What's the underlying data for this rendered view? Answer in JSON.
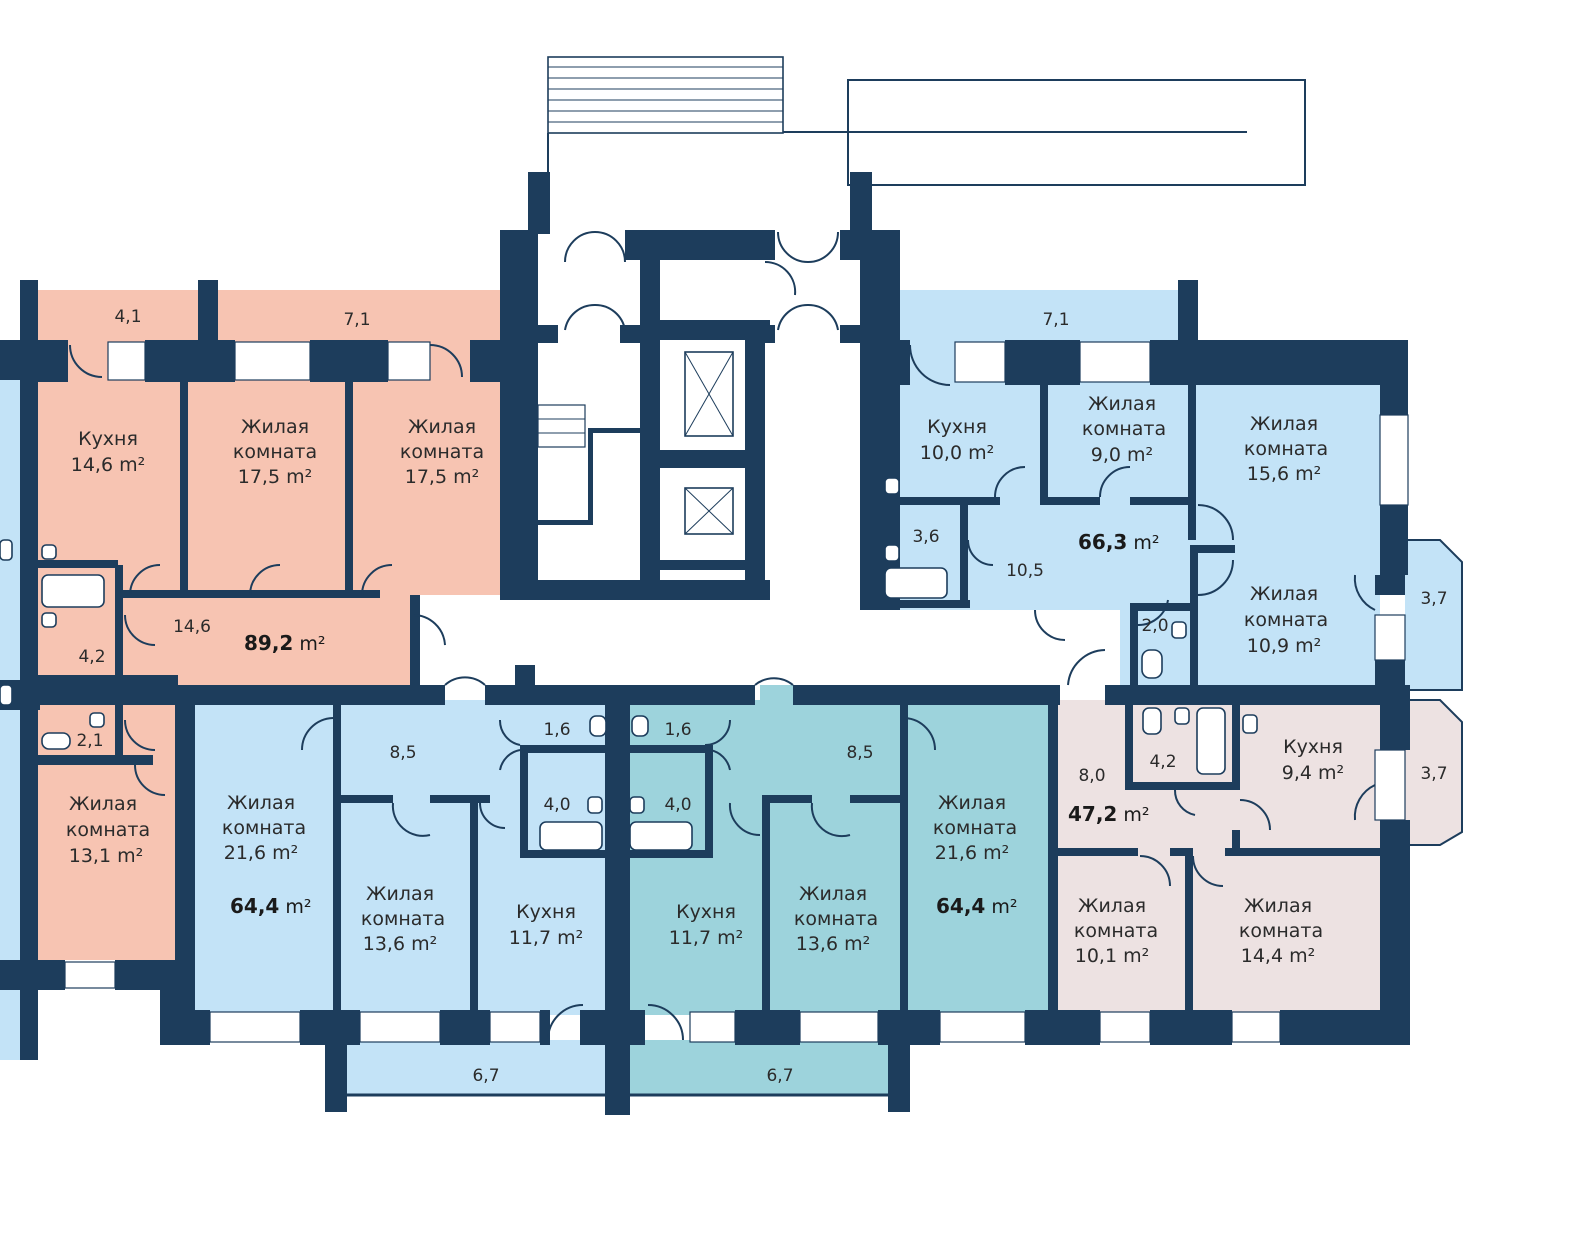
{
  "colors": {
    "wall": "#1d3d5c",
    "apt_salmon": "#f7c4b2",
    "apt_blue": "#c3e3f7",
    "apt_teal": "#9dd3dc",
    "apt_grey": "#ede2e2",
    "corridor": "#ffffff"
  },
  "unit_sup": "m²",
  "apartments": [
    {
      "id": "apt-89",
      "total": "89,2",
      "rooms": [
        {
          "name": "balcony",
          "label": "4,1"
        },
        {
          "name": "balcony",
          "label": "7,1"
        },
        {
          "name": "kitchen",
          "l1": "Кухня",
          "l2": "14,6 m²"
        },
        {
          "name": "room",
          "l1": "Жилая",
          "l2": "комната",
          "l3": "17,5 m²"
        },
        {
          "name": "room",
          "l1": "Жилая",
          "l2": "комната",
          "l3": "17,5 m²"
        },
        {
          "name": "bath",
          "label": "4,2"
        },
        {
          "name": "hall",
          "label": "14,6"
        },
        {
          "name": "wc",
          "label": "2,1"
        },
        {
          "name": "room",
          "l1": "Жилая",
          "l2": "комната",
          "l3": "13,1 m²"
        }
      ]
    },
    {
      "id": "apt-66",
      "total": "66,3",
      "rooms": [
        {
          "name": "balcony",
          "label": "7,1"
        },
        {
          "name": "kitchen",
          "l1": "Кухня",
          "l2": "10,0 m²"
        },
        {
          "name": "room",
          "l1": "Жилая",
          "l2": "комната",
          "l3": "9,0 m²"
        },
        {
          "name": "room",
          "l1": "Жилая",
          "l2": "комната",
          "l3": "15,6 m²"
        },
        {
          "name": "bath",
          "label": "3,6"
        },
        {
          "name": "hall",
          "label": "10,5"
        },
        {
          "name": "wc",
          "label": "2,0"
        },
        {
          "name": "room",
          "l1": "Жилая",
          "l2": "комната",
          "l3": "10,9 m²"
        },
        {
          "name": "balcony",
          "label": "3,7"
        }
      ]
    },
    {
      "id": "apt-64-left",
      "total": "64,4",
      "rooms": [
        {
          "name": "room",
          "l1": "Жилая",
          "l2": "комната",
          "l3": "21,6 m²"
        },
        {
          "name": "hall",
          "label": "8,5"
        },
        {
          "name": "wc",
          "label": "1,6"
        },
        {
          "name": "bath",
          "label": "4,0"
        },
        {
          "name": "room",
          "l1": "Жилая",
          "l2": "комната",
          "l3": "13,6 m²"
        },
        {
          "name": "kitchen",
          "l1": "Кухня",
          "l2": "11,7 m²"
        },
        {
          "name": "balcony",
          "label": "6,7"
        }
      ]
    },
    {
      "id": "apt-64-right",
      "total": "64,4",
      "rooms": [
        {
          "name": "wc",
          "label": "1,6"
        },
        {
          "name": "bath",
          "label": "4,0"
        },
        {
          "name": "hall",
          "label": "8,5"
        },
        {
          "name": "kitchen",
          "l1": "Кухня",
          "l2": "11,7 m²"
        },
        {
          "name": "room",
          "l1": "Жилая",
          "l2": "комната",
          "l3": "13,6 m²"
        },
        {
          "name": "room",
          "l1": "Жилая",
          "l2": "комната",
          "l3": "21,6 m²"
        },
        {
          "name": "balcony",
          "label": "6,7"
        }
      ]
    },
    {
      "id": "apt-47",
      "total": "47,2",
      "rooms": [
        {
          "name": "hall",
          "label": "8,0"
        },
        {
          "name": "bath",
          "label": "4,2"
        },
        {
          "name": "kitchen",
          "l1": "Кухня",
          "l2": "9,4 m²"
        },
        {
          "name": "balcony",
          "label": "3,7"
        },
        {
          "name": "room",
          "l1": "Жилая",
          "l2": "комната",
          "l3": "10,1 m²"
        },
        {
          "name": "room",
          "l1": "Жилая",
          "l2": "комната",
          "l3": "14,4 m²"
        }
      ]
    }
  ]
}
